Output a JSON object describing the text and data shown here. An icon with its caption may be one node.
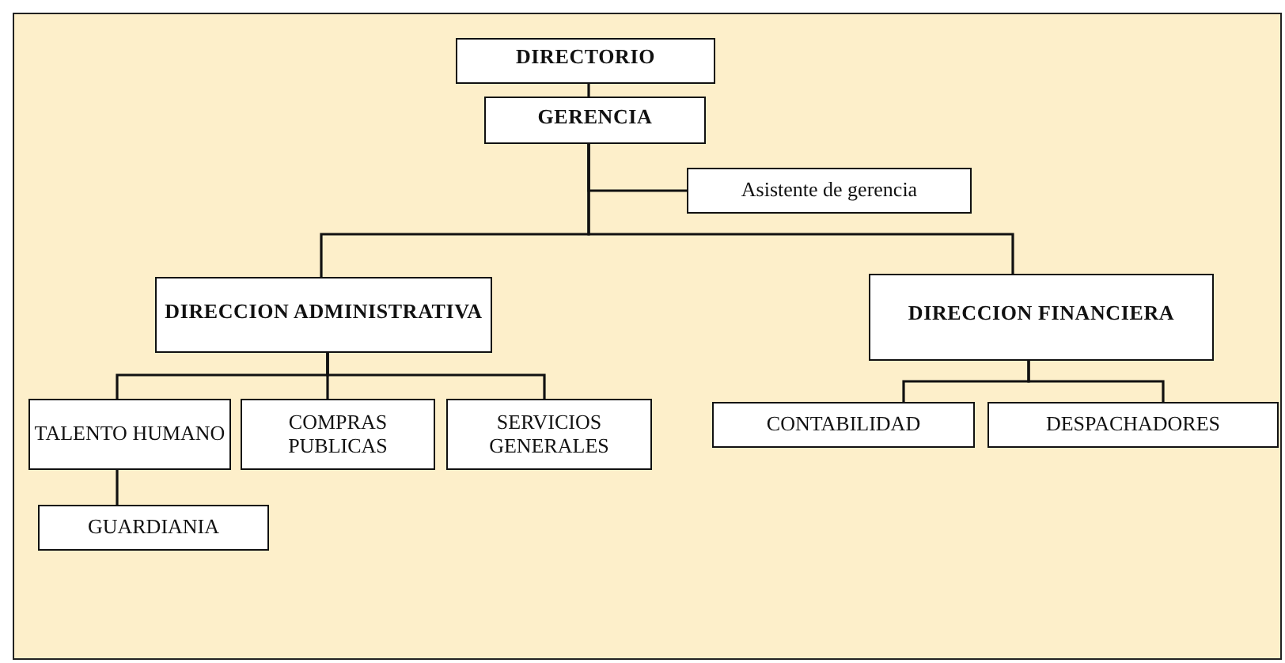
{
  "diagram": {
    "nodes": [
      {
        "text": [
          "DIRECTORIO"
        ]
      },
      {
        "text": [
          "GERENCIA"
        ]
      },
      {
        "text": [
          "Asistente de gerencia"
        ]
      },
      {
        "text": [
          "DIRECCION ADMINISTRATIVA"
        ]
      },
      {
        "text": [
          "DIRECCION FINANCIERA"
        ]
      },
      {
        "text": [
          "TALENTO HUMANO"
        ]
      },
      {
        "text": [
          "COMPRAS PUBLICAS"
        ]
      },
      {
        "text": [
          "SERVICIOS GENERALES"
        ]
      },
      {
        "text": [
          "GUARDIANIA"
        ]
      },
      {
        "text": [
          "CONTABILIDAD"
        ]
      },
      {
        "text": [
          "DESPACHADORES"
        ]
      }
    ],
    "edges": [
      {
        "from": 0,
        "to": 1,
        "arrow": "none"
      },
      {
        "from": 1,
        "to": 2,
        "arrow": "none"
      },
      {
        "from": 1,
        "to": 3,
        "arrow": "none"
      },
      {
        "from": 1,
        "to": 4,
        "arrow": "none"
      },
      {
        "from": 3,
        "to": 5,
        "arrow": "none"
      },
      {
        "from": 3,
        "to": 6,
        "arrow": "none"
      },
      {
        "from": 3,
        "to": 7,
        "arrow": "none"
      },
      {
        "from": 5,
        "to": 8,
        "arrow": "none"
      },
      {
        "from": 4,
        "to": 9,
        "arrow": "none"
      },
      {
        "from": 4,
        "to": 10,
        "arrow": "none"
      }
    ]
  }
}
